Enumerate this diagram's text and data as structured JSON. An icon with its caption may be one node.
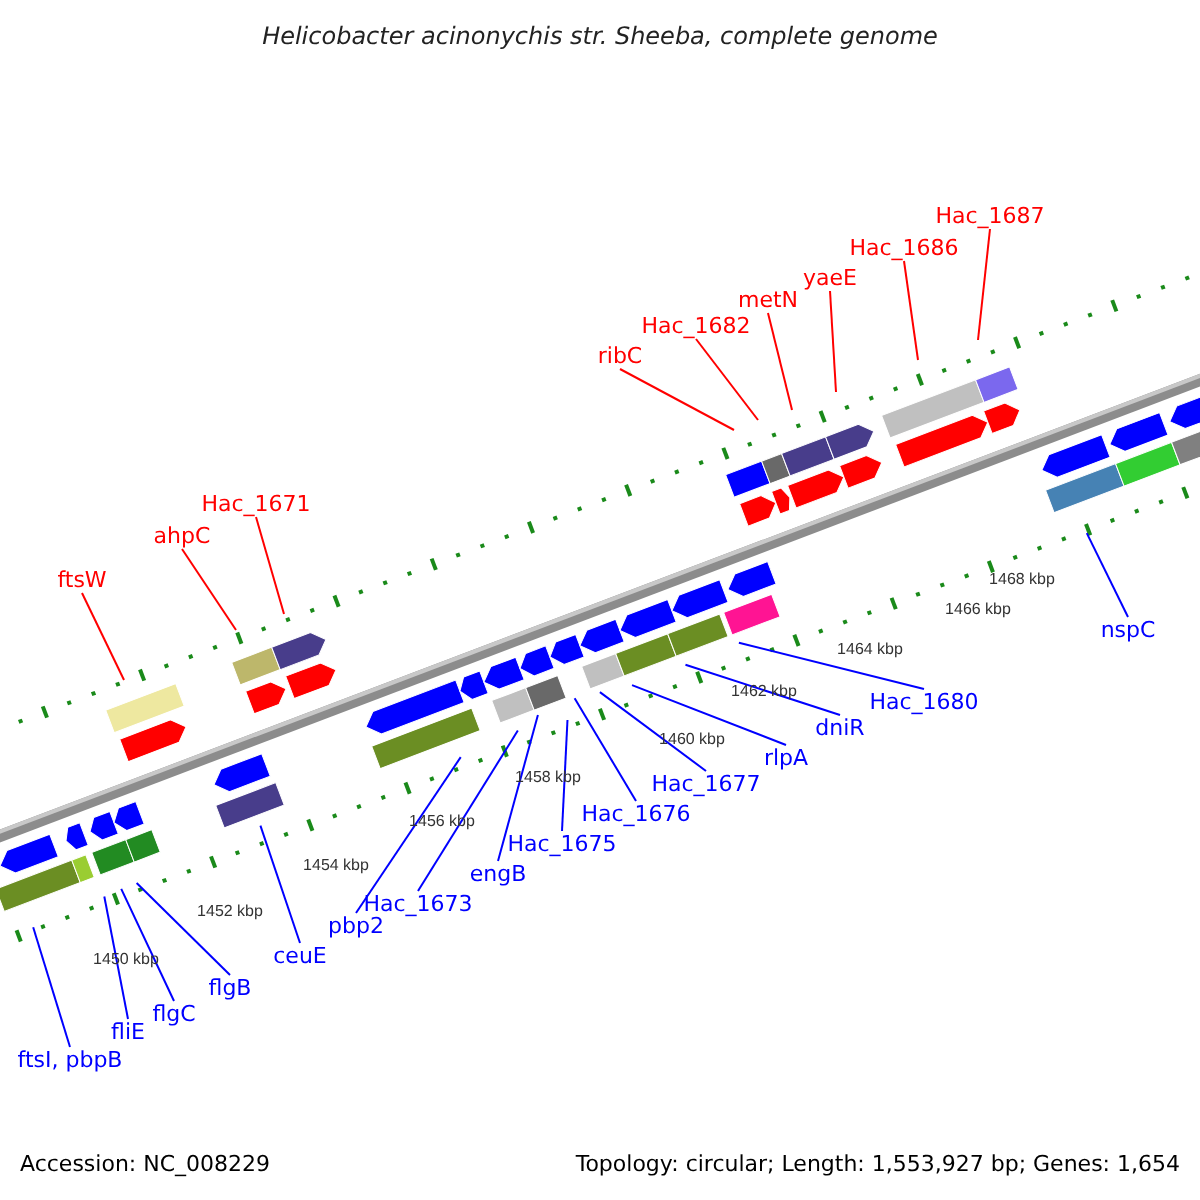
{
  "diagram": {
    "title": "Helicobacter acinonychis str. Sheeba, complete genome",
    "nodes": [
      {
        "text": [
          "ftsW"
        ]
      },
      {
        "text": [
          "ahpC"
        ]
      },
      {
        "text": [
          "Hac_1671"
        ]
      },
      {
        "text": [
          "ribC"
        ]
      },
      {
        "text": [
          "Hac_1682"
        ]
      },
      {
        "text": [
          "metN"
        ]
      },
      {
        "text": [
          "yaeE"
        ]
      },
      {
        "text": [
          "Hac_1686"
        ]
      },
      {
        "text": [
          "Hac_1687"
        ]
      },
      {
        "text": [
          "nspC"
        ]
      },
      {
        "text": [
          "Hac_1680"
        ]
      },
      {
        "text": [
          "dniR"
        ]
      },
      {
        "text": [
          "rlpA"
        ]
      },
      {
        "text": [
          "Hac_1677"
        ]
      },
      {
        "text": [
          "Hac_1676"
        ]
      },
      {
        "text": [
          "Hac_1675"
        ]
      },
      {
        "text": [
          "engB"
        ]
      },
      {
        "text": [
          "Hac_1673"
        ]
      },
      {
        "text": [
          "pbp2"
        ]
      },
      {
        "text": [
          "ceuE"
        ]
      },
      {
        "text": [
          "flgB"
        ]
      },
      {
        "text": [
          "flgC"
        ]
      },
      {
        "text": [
          "fliE"
        ]
      },
      {
        "text": [
          "ftsI, pbpB"
        ]
      }
    ],
    "edges": [
      {
        "from": 0,
        "to": null,
        "arrow": "none",
        "color": "#ff0000"
      },
      {
        "from": 1,
        "to": null,
        "arrow": "none",
        "color": "#ff0000"
      },
      {
        "from": 2,
        "to": null,
        "arrow": "none",
        "color": "#ff0000"
      },
      {
        "from": 3,
        "to": null,
        "arrow": "none",
        "color": "#ff0000"
      },
      {
        "from": 4,
        "to": null,
        "arrow": "none",
        "color": "#ff0000"
      },
      {
        "from": 5,
        "to": null,
        "arrow": "none",
        "color": "#ff0000"
      },
      {
        "from": 6,
        "to": null,
        "arrow": "none",
        "color": "#ff0000"
      },
      {
        "from": 7,
        "to": null,
        "arrow": "none",
        "color": "#ff0000"
      },
      {
        "from": 8,
        "to": null,
        "arrow": "none",
        "color": "#ff0000"
      },
      {
        "from": 9,
        "to": null,
        "arrow": "none"
      },
      {
        "from": 10,
        "to": null,
        "arrow": "none"
      },
      {
        "from": 11,
        "to": null,
        "arrow": "none"
      },
      {
        "from": 12,
        "to": null,
        "arrow": "none"
      },
      {
        "from": 13,
        "to": null,
        "arrow": "none"
      },
      {
        "from": 14,
        "to": null,
        "arrow": "none"
      },
      {
        "from": 15,
        "to": null,
        "arrow": "none"
      },
      {
        "from": 16,
        "to": null,
        "arrow": "none"
      },
      {
        "from": 17,
        "to": null,
        "arrow": "none"
      },
      {
        "from": 18,
        "to": null,
        "arrow": "none"
      },
      {
        "from": 19,
        "to": null,
        "arrow": "none"
      },
      {
        "from": 20,
        "to": null,
        "arrow": "none"
      },
      {
        "from": 21,
        "to": null,
        "arrow": "none"
      },
      {
        "from": 22,
        "to": null,
        "arrow": "none"
      },
      {
        "from": 23,
        "to": null,
        "arrow": "none"
      }
    ],
    "labels": [
      "1468 kbp",
      "1466 kbp",
      "1464 kbp",
      "1462 kbp",
      "1460 kbp",
      "1458 kbp",
      "1456 kbp",
      "1454 kbp",
      "1452 kbp",
      "1450 kbp",
      "Accession: NC_008229",
      "Topology: circular; Length: 1,553,927 bp; Genes: 1,654"
    ]
  }
}
